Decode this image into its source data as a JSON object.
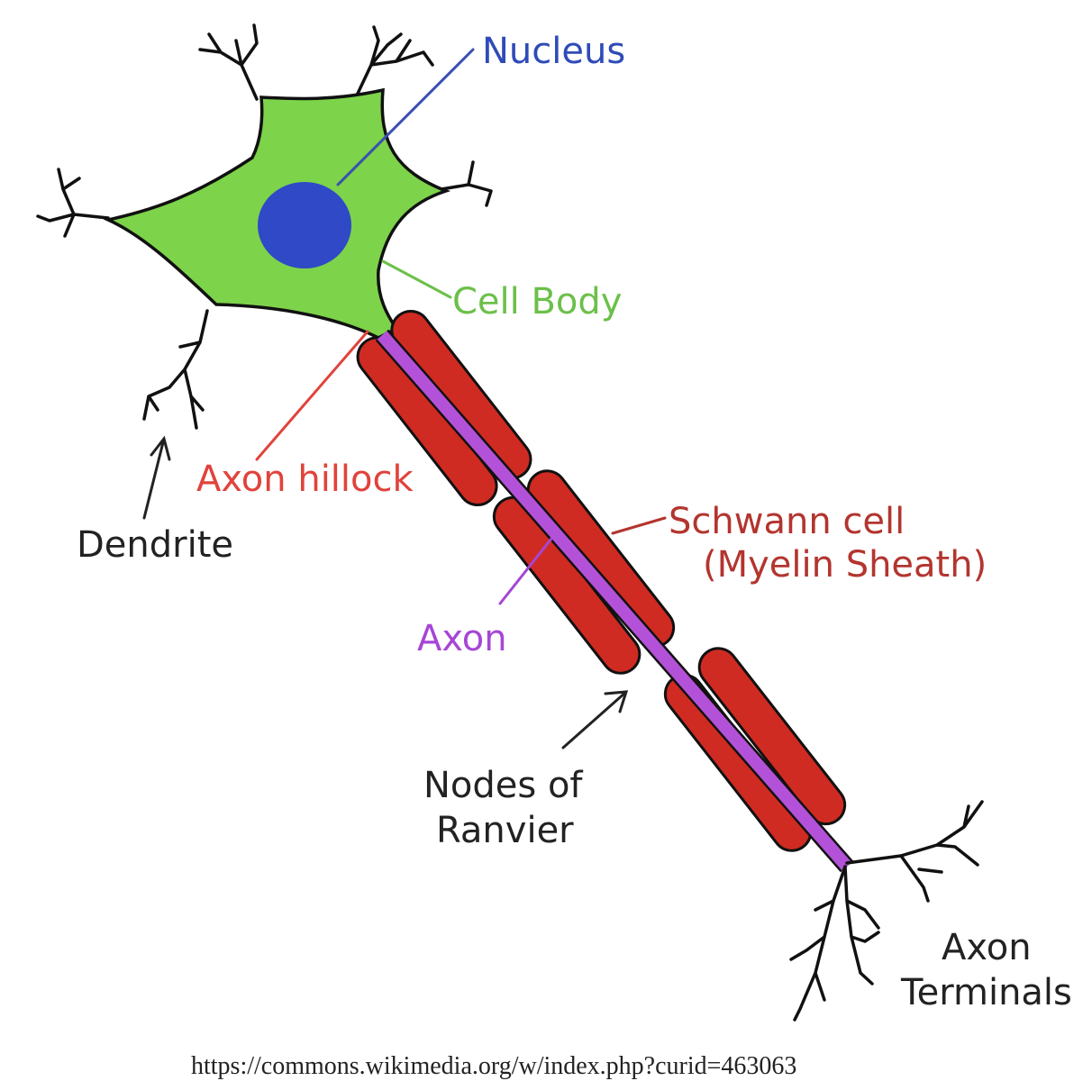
{
  "labels": {
    "nucleus": "Nucleus",
    "cell_body": "Cell Body",
    "axon_hillock": "Axon hillock",
    "dendrite": "Dendrite",
    "schwann_line1": "Schwann cell",
    "schwann_line2": "(Myelin Sheath)",
    "axon": "Axon",
    "nodes_line1": "Nodes of",
    "nodes_line2": "Ranvier",
    "terminals_line1": "Axon",
    "terminals_line2": "Terminals"
  },
  "source_url": "https://commons.wikimedia.org/w/index.php?curid=463063",
  "colors": {
    "cell_body": "#7dd34a",
    "nucleus": "#2f49c7",
    "axon": "#b352d8",
    "myelin": "#cf2b22",
    "nucleus_label": "#2f4bb8",
    "cell_body_label": "#6cc04a",
    "axon_hillock_label": "#e0433b",
    "schwann_label": "#b3352f",
    "axon_label": "#a646d6",
    "dark_label": "#222222"
  }
}
